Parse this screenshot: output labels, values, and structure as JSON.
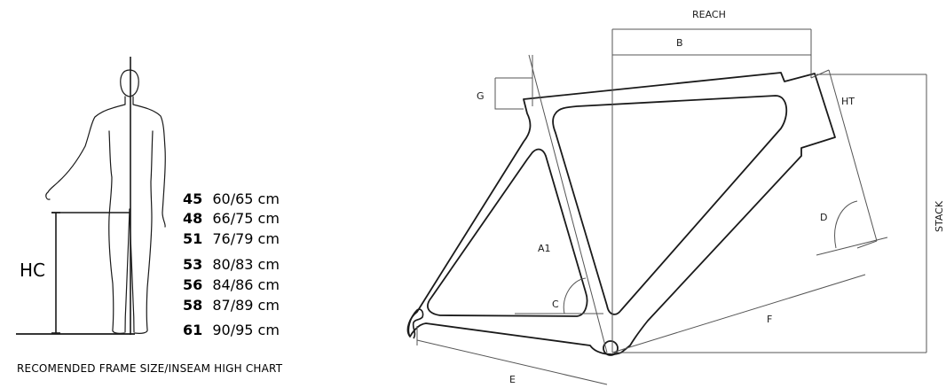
{
  "inseam_chart": {
    "hc_label": "HC",
    "caption": "RECOMENDED FRAME SIZE/INSEAM HIGH CHART",
    "rows": [
      {
        "size": "45",
        "range": "60/65 cm"
      },
      {
        "size": "48",
        "range": "66/75 cm"
      },
      {
        "size": "51",
        "range": "76/79 cm"
      },
      {
        "size": "53",
        "range": "80/83 cm"
      },
      {
        "size": "56",
        "range": "84/86 cm"
      },
      {
        "size": "58",
        "range": "87/89 cm"
      },
      {
        "size": "61",
        "range": "90/95 cm"
      }
    ]
  },
  "frame_geometry": {
    "labels": {
      "reach": "REACH",
      "stack": "STACK",
      "top_tube": "B",
      "seat_tube_extension": "G",
      "head_tube": "HT",
      "seat_tube": "A1",
      "seat_angle": "C",
      "head_angle": "D",
      "chainstay": "E",
      "front_center": "F"
    }
  },
  "colors": {
    "line": "#1a1a1a",
    "thin_line": "#555555"
  }
}
